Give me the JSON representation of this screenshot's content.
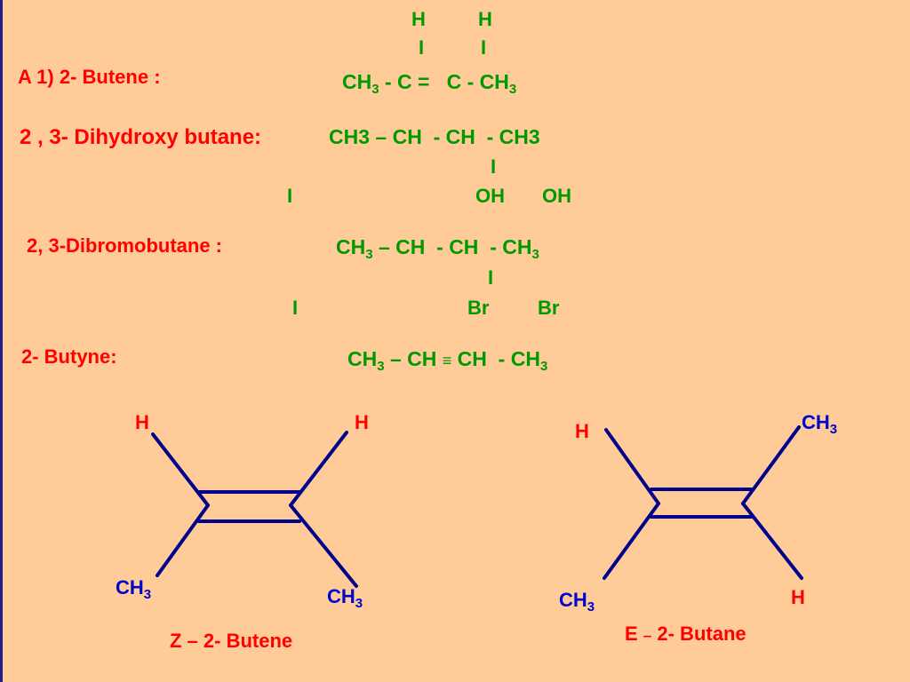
{
  "butene": {
    "label": "A 1) 2- Butene :",
    "h_left": "H",
    "h_right": "H",
    "bar_left": "I",
    "bar_right": "I",
    "f1": "CH",
    "f2": "3",
    "f3": " - C =   C - CH",
    "f4": "3"
  },
  "dihydroxy": {
    "label": "2 , 3- Dihydroxy butane:",
    "formula": "CH3 – CH  - CH  - CH3",
    "bar_mid": "I",
    "bar_left": "I",
    "oh1": "OH",
    "oh2": "OH"
  },
  "dibromo": {
    "label": "2, 3-Dibromobutane :",
    "f1": "CH",
    "f2": "3",
    "f3": " – CH  - CH  - CH",
    "f4": "3",
    "bar_mid": "I",
    "bar_left": "I",
    "br1": "Br",
    "br2": "Br"
  },
  "butyne": {
    "label": "2- Butyne:",
    "f1": "CH",
    "f2": "3",
    "f3": " – CH ",
    "f4": "≡",
    "f5": " CH  - CH",
    "f6": "3"
  },
  "z_isomer": {
    "h_left": "H",
    "h_right": "H",
    "ch_left": "CH",
    "ch_left_sub": "3",
    "ch_right": "CH",
    "ch_right_sub": "3",
    "caption": "Z – 2- Butene"
  },
  "e_isomer": {
    "h_left": "H",
    "ch_top": "CH",
    "ch_top_sub": "3",
    "ch_left": "CH",
    "ch_left_sub": "3",
    "h_right": "H",
    "caption_a": "E ",
    "caption_b": "–",
    "caption_c": " 2- Butane"
  },
  "colors": {
    "background": "#FFCC99",
    "label_red": "#FF0000",
    "formula_green": "#009900",
    "bond_navy": "#00008B",
    "atom_blue": "#0000CC"
  }
}
